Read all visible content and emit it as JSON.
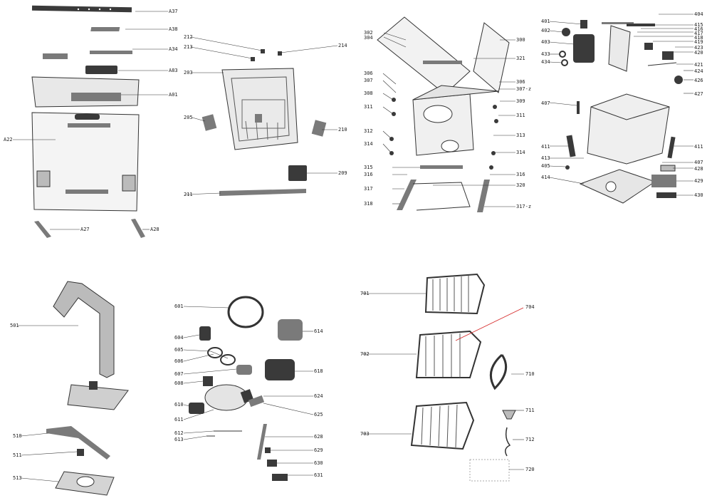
{
  "labels": {
    "A37": "A37",
    "A38": "A38",
    "A34": "A34",
    "A83": "A83",
    "A01": "A01",
    "A22": "A22",
    "A27": "A27",
    "A28": "A28",
    "212": "212",
    "213": "213",
    "214": "214",
    "203": "203",
    "205": "205",
    "210": "210",
    "209": "209",
    "211": "211",
    "302": "302",
    "304": "304",
    "300": "300",
    "321": "321",
    "306a": "306",
    "307": "307",
    "306b": "306",
    "307z": "307-z",
    "308": "308",
    "309": "309",
    "311a": "311",
    "311b": "311",
    "312": "312",
    "313": "313",
    "314a": "314",
    "314b": "314",
    "315": "315",
    "316a": "316",
    "316b": "316",
    "317": "317",
    "320": "320",
    "318": "318",
    "317z": "317-z",
    "401": "401",
    "402": "402",
    "403": "403",
    "433": "433",
    "434": "434",
    "404": "404",
    "415": "415",
    "416": "416",
    "417": "417",
    "418": "418",
    "419": "419",
    "420": "420",
    "423": "423",
    "421": "421",
    "424": "424",
    "426": "426",
    "427": "427",
    "407a": "407",
    "411a": "411",
    "411b": "411",
    "413": "413",
    "405": "405",
    "414": "414",
    "407b": "407",
    "428": "428",
    "429": "429",
    "430": "430",
    "501": "501",
    "510": "510",
    "511": "511",
    "513": "513",
    "601": "601",
    "604": "604",
    "605": "605",
    "606": "606",
    "607": "607",
    "608": "608",
    "610": "610",
    "611": "611",
    "612": "612",
    "613": "613",
    "614": "614",
    "618": "618",
    "624": "624",
    "625": "625",
    "628": "628",
    "629": "629",
    "630": "630",
    "631": "631",
    "701": "701",
    "704": "704",
    "702": "702",
    "703": "703",
    "710": "710",
    "711": "711",
    "712": "712",
    "720": "720"
  },
  "colors": {
    "line": "#333333",
    "highlight": "#d62a2a",
    "label": "#222222"
  }
}
